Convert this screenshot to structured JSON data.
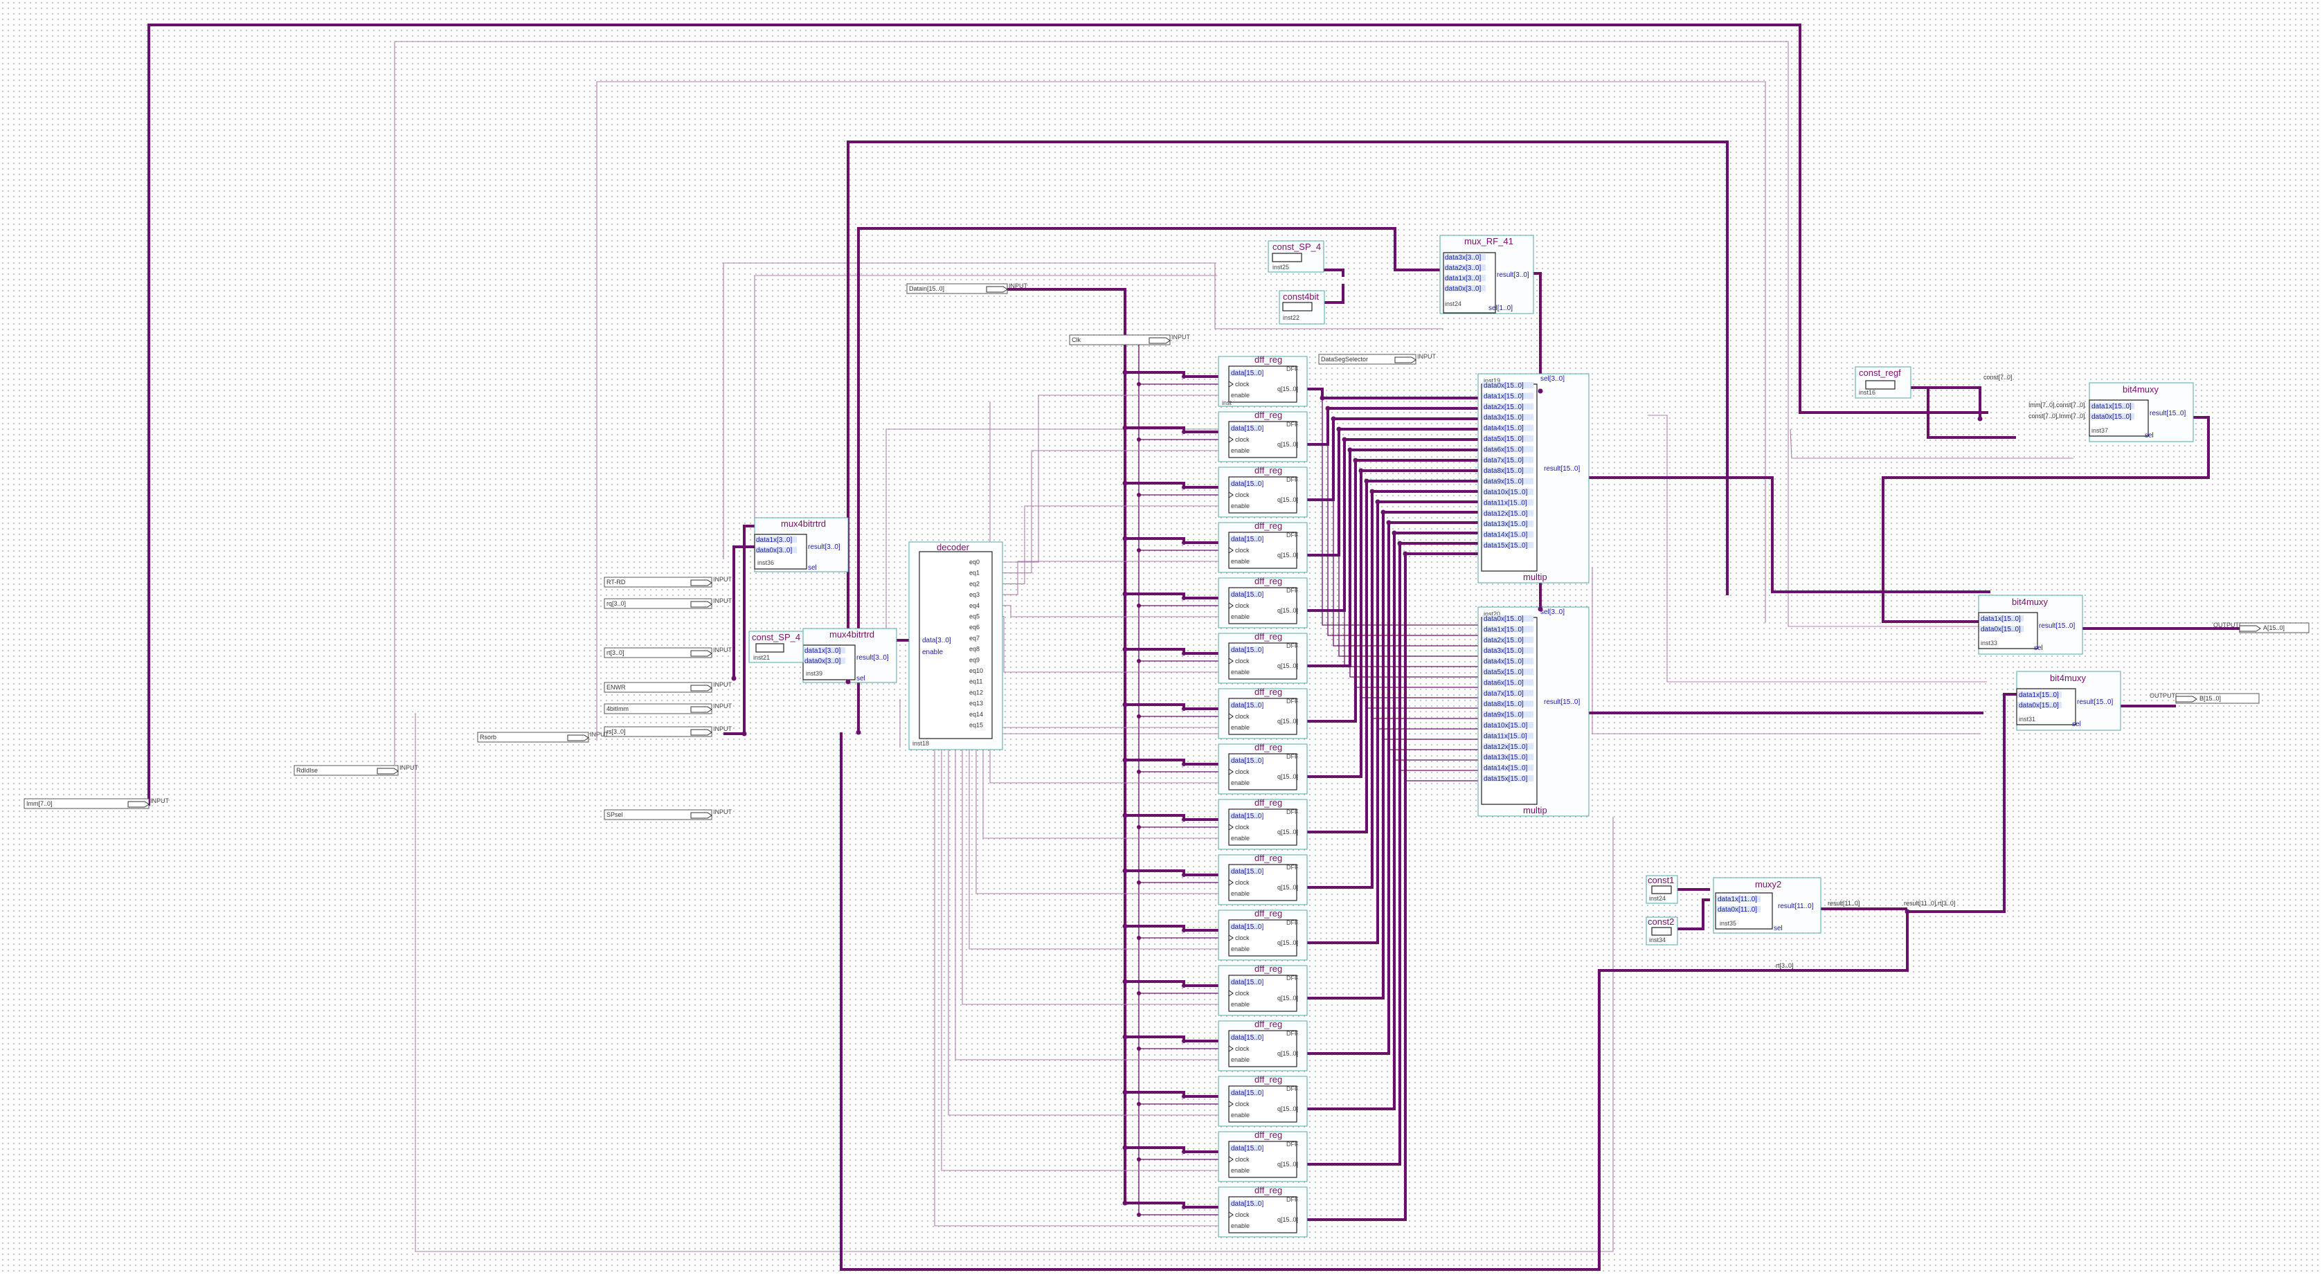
{
  "colors": {
    "bus": "#6a0f6a",
    "block_border": "#4aa8a8",
    "title": "#7a0e6e",
    "port": "#1a1aa0"
  },
  "io": {
    "input_tag": "INPUT",
    "output_tag": "OUTPUT",
    "inputs": [
      "Imm[7..0]",
      "RdIdIse",
      "RT-RD",
      "rq[3..0]",
      "rt[3..0]",
      "ENWR",
      "4bitImm",
      "rs[3..0]",
      "Rsorb",
      "SPsel",
      "Datain[15..0]",
      "Clk",
      "DataSegSelector"
    ],
    "outputs": [
      "A[15..0]",
      "B[15..0]"
    ]
  },
  "blocks": {
    "dff_title": "dff_reg",
    "dff_type": "DFF",
    "dff_pins": [
      "data[15..0]",
      "clock",
      "enable"
    ],
    "dff_q": "q[15..0]",
    "dff_inst": "inst",
    "decoder": {
      "title": "decoder",
      "in_pins": [
        "data[3..0]",
        "enable"
      ],
      "outputs": [
        "eq0",
        "eq1",
        "eq2",
        "eq3",
        "eq4",
        "eq5",
        "eq6",
        "eq7",
        "eq8",
        "eq9",
        "eq10",
        "eq11",
        "eq12",
        "eq13",
        "eq14",
        "eq15"
      ],
      "inst": "inst18"
    },
    "multip": {
      "title": "multip",
      "sel": "sel[3..0]",
      "inputs": [
        "data0x[15..0]",
        "data1x[15..0]",
        "data2x[15..0]",
        "data3x[15..0]",
        "data4x[15..0]",
        "data5x[15..0]",
        "data6x[15..0]",
        "data7x[15..0]",
        "data8x[15..0]",
        "data9x[15..0]",
        "data10x[15..0]",
        "data11x[15..0]",
        "data12x[15..0]",
        "data13x[15..0]",
        "data14x[15..0]",
        "data15x[15..0]"
      ],
      "result": "result[15..0]",
      "inst_a": "inst19",
      "inst_b": "inst20"
    },
    "mux_rf": {
      "title": "mux_RF_41",
      "pins": [
        "data3x[3..0]",
        "data2x[3..0]",
        "data1x[3..0]",
        "data0x[3..0]"
      ],
      "result": "result[3..0]",
      "sel": "sel[1..0]",
      "inst": "inst24"
    },
    "const_sp4": {
      "title": "const_SP_4",
      "inst": "inst25"
    },
    "const4bit": {
      "title": "const4bit",
      "inst": "inst22"
    },
    "const_sp4_b": {
      "title": "const_SP_4",
      "inst": "inst21"
    },
    "mux4bit_a": {
      "title": "mux4bitrtrd",
      "pins": [
        "data1x[3..0]",
        "data0x[3..0]"
      ],
      "result": "result[3..0]",
      "sel": "sel",
      "inst": "inst36"
    },
    "mux4bit_b": {
      "title": "mux4bitrtrd",
      "pins": [
        "data1x[3..0]",
        "data0x[3..0]"
      ],
      "result": "result[3..0]",
      "sel": "sel",
      "inst": "inst39"
    },
    "const_regf": {
      "title": "const_regf",
      "inst": "inst16"
    },
    "bit4muxy_top": {
      "title": "bit4muxy",
      "pins": [
        "data1x[15..0]",
        "data0x[15..0]"
      ],
      "result": "result[15..0]",
      "sel": "sel",
      "inst": "inst37"
    },
    "bit4muxy_mid": {
      "title": "bit4muxy",
      "pins": [
        "data1x[15..0]",
        "data0x[15..0]"
      ],
      "result": "result[15..0]",
      "sel": "sel",
      "inst": "inst33"
    },
    "bit4muxy_low": {
      "title": "bit4muxy",
      "pins": [
        "data1x[15..0]",
        "data0x[15..0]"
      ],
      "result": "result[15..0]",
      "sel": "sel",
      "inst": "inst31"
    },
    "muxy2": {
      "title": "muxy2",
      "pins": [
        "data1x[11..0]",
        "data0x[11..0]"
      ],
      "result": "result[11..0]",
      "sel": "sel",
      "inst": "inst35"
    },
    "const1": {
      "title": "const1",
      "inst": "inst24"
    },
    "const2": {
      "title": "const2",
      "inst": "inst34"
    }
  },
  "net_labels": [
    "const[7..0]",
    "Imm[7..0],const[7..0]",
    "const[7..0],Imm[7..0]",
    "result[11..0]",
    "result[11..0],rt[3..0]",
    "rt[3..0]"
  ]
}
